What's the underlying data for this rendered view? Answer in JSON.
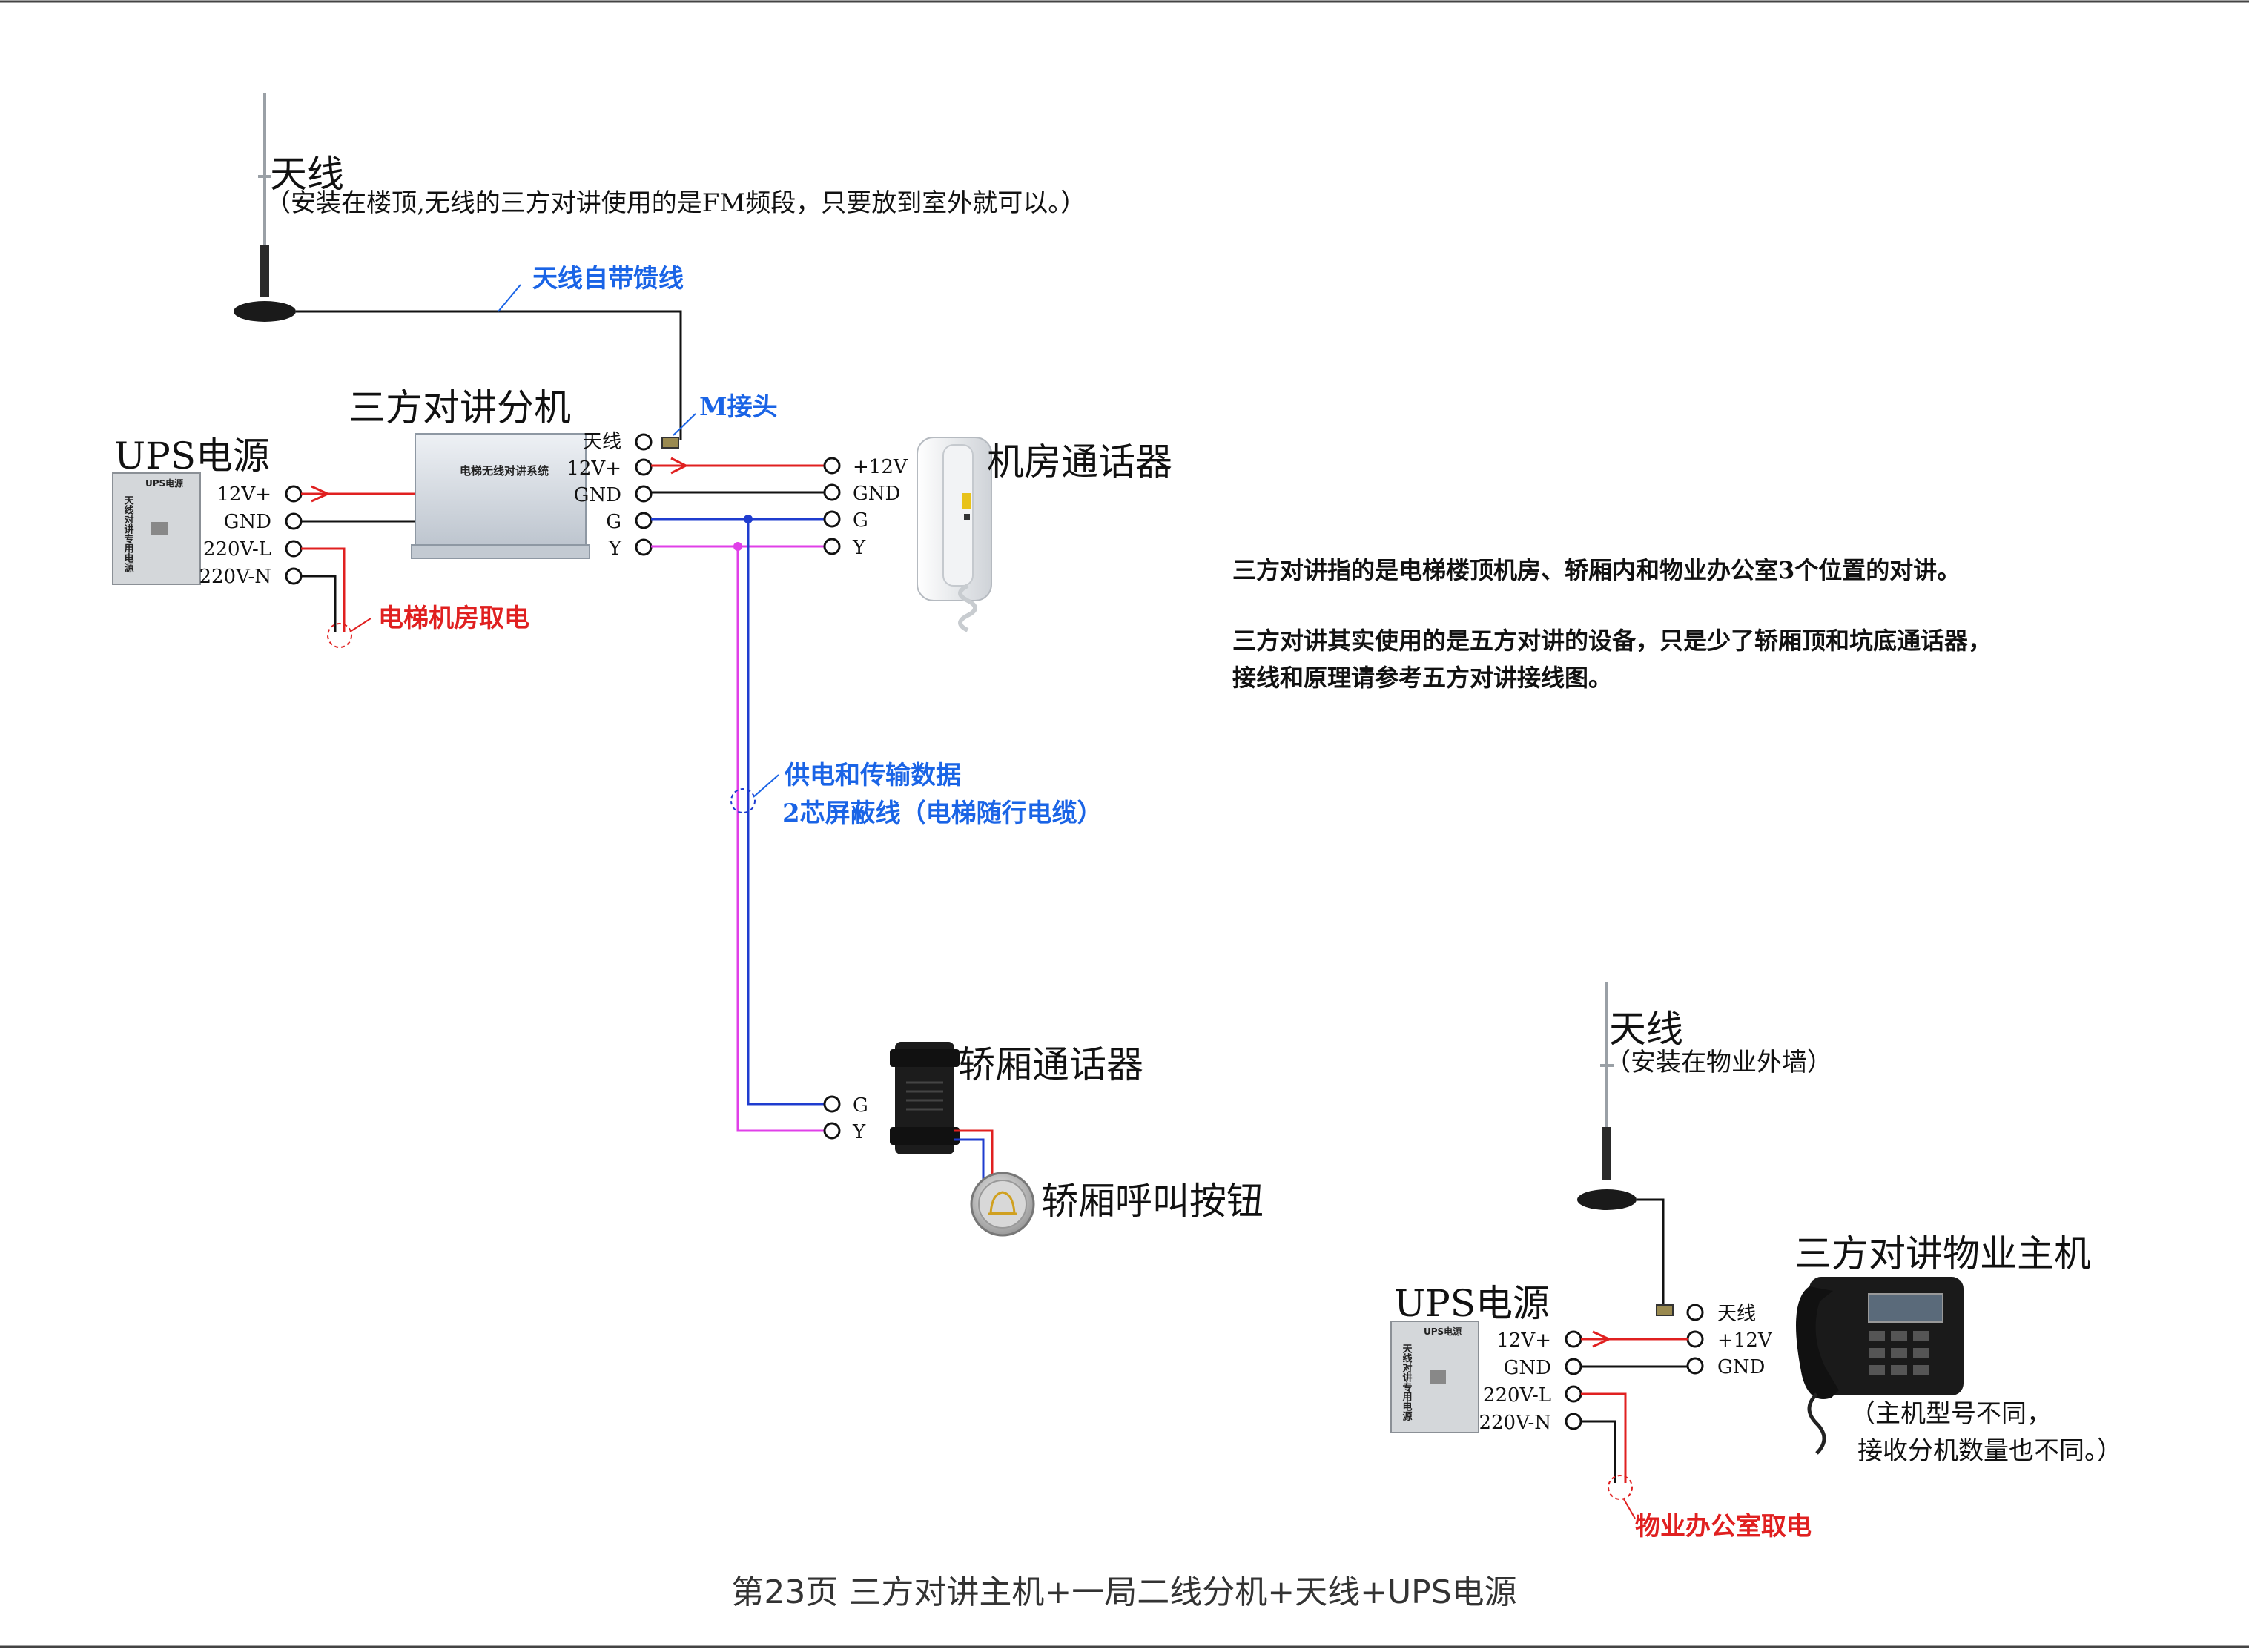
{
  "footer": "第23页  三方对讲主机+一局二线分机+天线+UPS电源",
  "top_antenna": {
    "title": "天线",
    "subtitle": "（安装在楼顶,无线的三方对讲使用的是FM频段，只要放到室外就可以。）",
    "feed_label": "天线自带馈线"
  },
  "splitter": {
    "title": "三方对讲分机",
    "connector_label": "M接头",
    "panel_text": "电梯无线对讲系统",
    "terminals": [
      "天线",
      "12V+",
      "GND",
      "G",
      "Y"
    ]
  },
  "ups_top": {
    "title": "UPS电源",
    "brand": "UPS电源",
    "panel_text": "天线对讲专用电源",
    "terminals": [
      "12V+",
      "GND",
      "220V-L",
      "220V-N"
    ],
    "power_label": "电梯机房取电"
  },
  "machine_room_phone": {
    "title": "机房通话器",
    "terminals": [
      "+12V",
      "GND",
      "G",
      "Y"
    ]
  },
  "notes": [
    "三方对讲指的是电梯楼顶机房、轿厢内和物业办公室3个位置的对讲。",
    "三方对讲其实使用的是五方对讲的设备，只是少了轿厢顶和坑底通话器，",
    "接线和原理请参考五方对讲接线图。"
  ],
  "cable": {
    "line1": "供电和传输数据",
    "line2": "2芯屏蔽线（电梯随行电缆）"
  },
  "car_phone": {
    "title": "轿厢通话器",
    "terminals": [
      "G",
      "Y"
    ]
  },
  "car_button": {
    "title": "轿厢呼叫按钮"
  },
  "bottom_antenna": {
    "title": "天线",
    "subtitle": "（安装在物业外墙）"
  },
  "host": {
    "title": "三方对讲物业主机",
    "terminals": [
      "天线",
      "+12V",
      "GND"
    ],
    "note_line1": "（主机型号不同，",
    "note_line2": "接收分机数量也不同。）"
  },
  "ups_bottom": {
    "title": "UPS电源",
    "brand": "UPS电源",
    "panel_text": "天线对讲专用电源",
    "terminals": [
      "12V+",
      "GND",
      "220V-L",
      "220V-N"
    ],
    "power_label": "物业办公室取电"
  },
  "colors": {
    "power": "#e02020",
    "ground": "#111111",
    "g_line": "#1f3ccf",
    "y_line": "#e040e8",
    "label_blue": "#1a64e6"
  }
}
